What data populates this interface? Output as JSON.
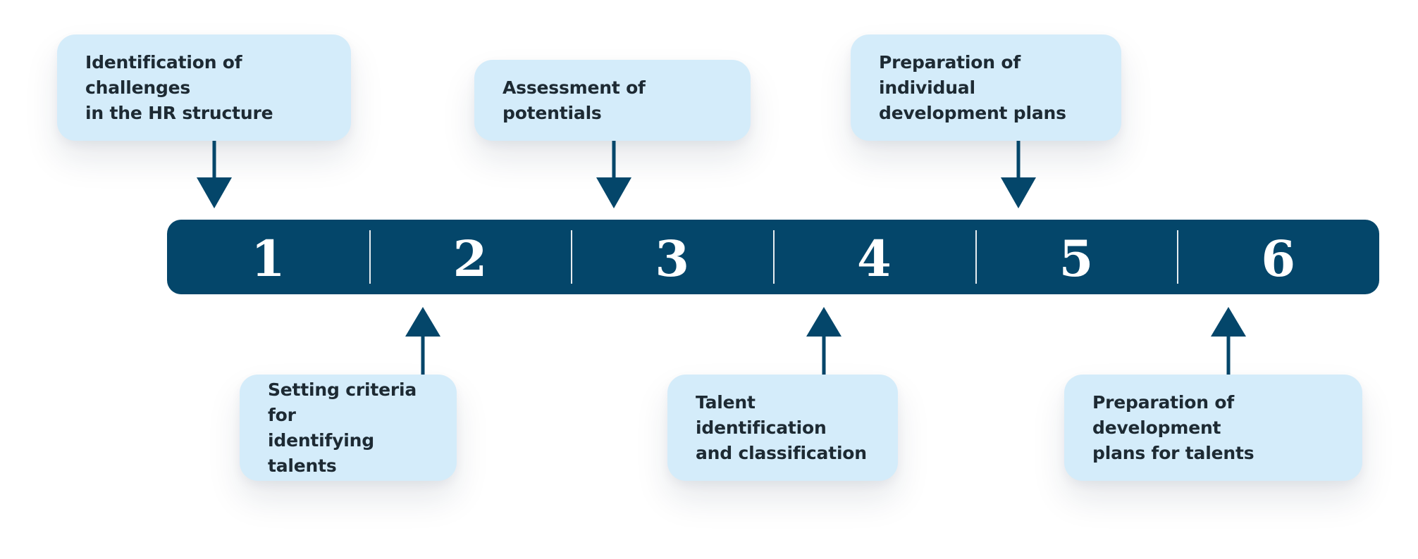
{
  "colors": {
    "bar": "#04466a",
    "card": "#d4ecfa",
    "card_text": "#1d2a33",
    "arrow": "#04466a",
    "number": "#ffffff"
  },
  "timeline": {
    "steps": [
      "1",
      "2",
      "3",
      "4",
      "5",
      "6"
    ]
  },
  "cards": [
    {
      "label": "Identification of challenges\nin the HR structure",
      "step": "1",
      "position": "above"
    },
    {
      "label": "Setting criteria for\nidentifying talents",
      "step": "2",
      "position": "below"
    },
    {
      "label": "Assessment of potentials",
      "step": "3",
      "position": "above"
    },
    {
      "label": "Talent identification\nand classification",
      "step": "4",
      "position": "below"
    },
    {
      "label": "Preparation of individual\ndevelopment plans",
      "step": "5",
      "position": "above"
    },
    {
      "label": "Preparation of development\nplans for talents",
      "step": "6",
      "position": "below"
    }
  ]
}
